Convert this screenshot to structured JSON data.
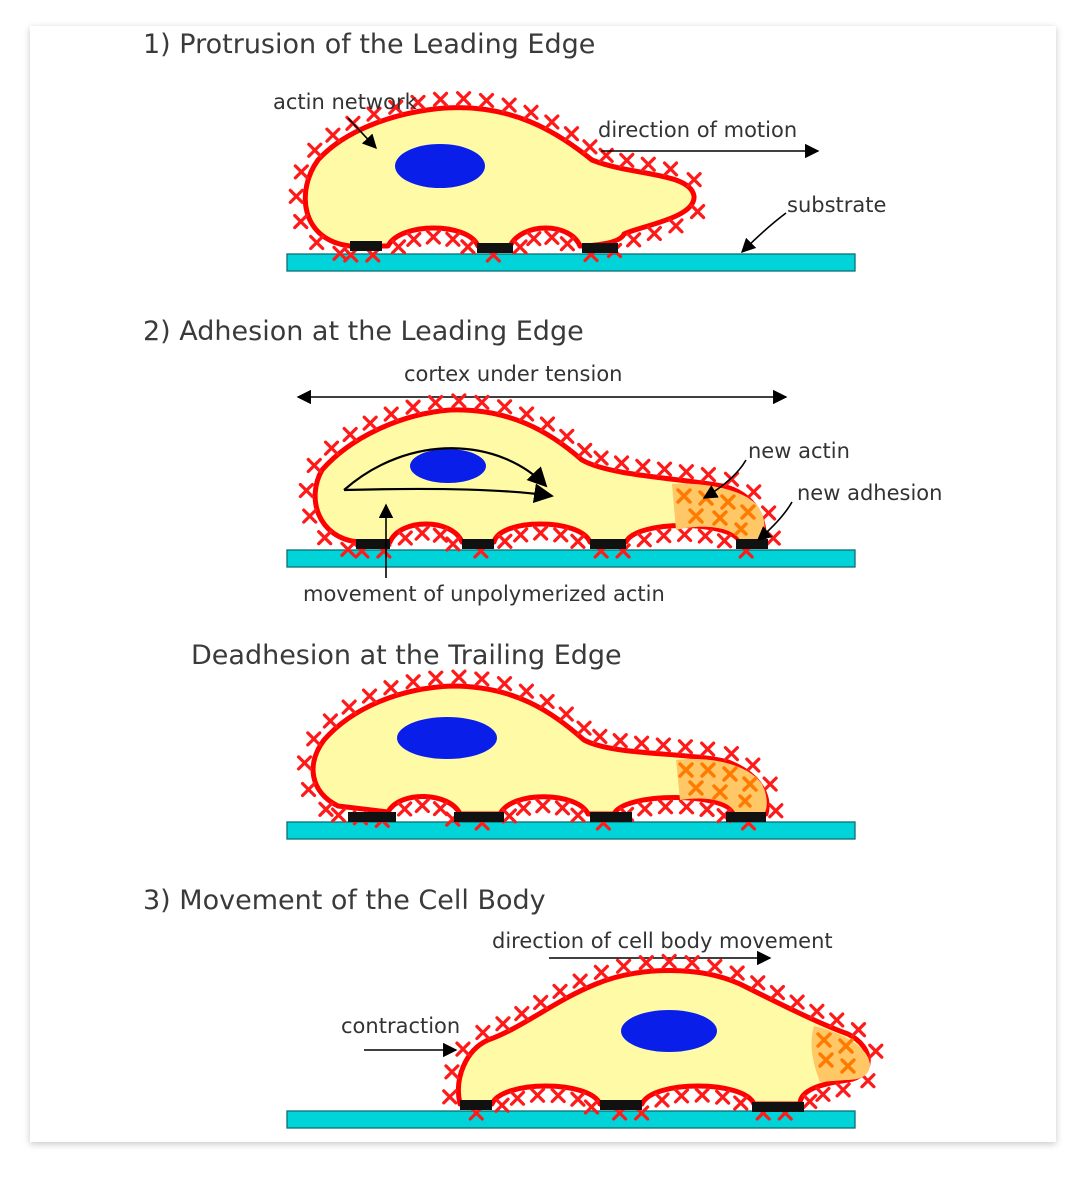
{
  "headings": {
    "protrusion": "1) Protrusion of the Leading Edge",
    "adhesion": "2) Adhesion at the Leading Edge",
    "deadhesion": "Deadhesion at the Trailing Edge",
    "movement": "3) Movement of the Cell Body"
  },
  "labels": {
    "actin_network": "actin network",
    "direction_of_motion": "direction of motion",
    "substrate": "substrate",
    "cortex_under_tension": "cortex under tension",
    "new_actin": "new actin",
    "new_adhesion": "new adhesion",
    "movement_unpolymerized": "movement of unpolymerized actin",
    "direction_cell_body": "direction of cell body movement",
    "contraction": "contraction"
  },
  "colors": {
    "cytoplasm": "#fffaa6",
    "cortex": "#ff0000",
    "new_actin": "#ff7a00",
    "nucleus": "#0a1eea",
    "substrate": "#00d4d8",
    "adhesion_pad": "#111111"
  }
}
